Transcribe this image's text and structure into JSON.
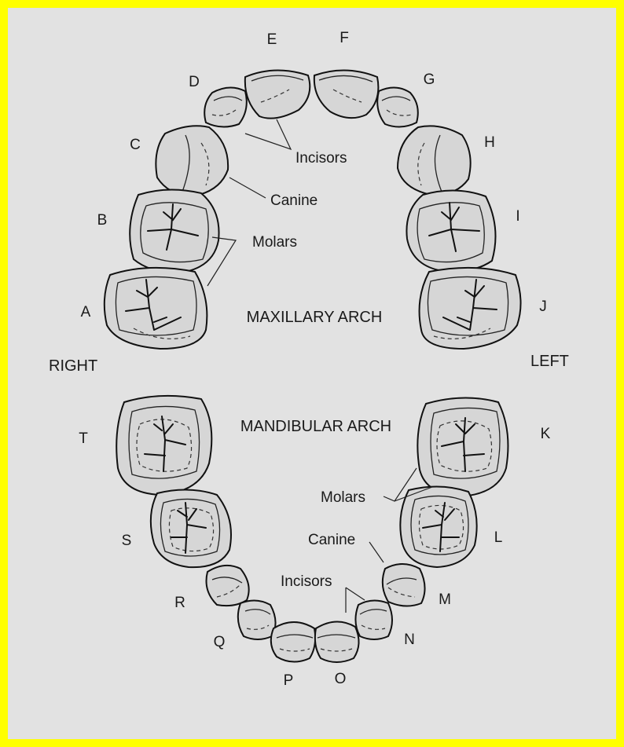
{
  "colors": {
    "border": "#ffff00",
    "background": "#e2e2e2",
    "tooth_fill": "#d6d6d6",
    "ink": "#111111"
  },
  "teeth": [
    "A",
    "B",
    "C",
    "D",
    "E",
    "F",
    "G",
    "H",
    "I",
    "J",
    "K",
    "L",
    "M",
    "N",
    "O",
    "P",
    "Q",
    "R",
    "S",
    "T"
  ],
  "labels": {
    "incisors_upper": "Incisors",
    "canine_upper": "Canine",
    "molars_upper": "Molars",
    "maxillary_arch": "MAXILLARY ARCH",
    "mandibular_arch": "MANDIBULAR ARCH",
    "molars_lower": "Molars",
    "canine_lower": "Canine",
    "incisors_lower": "Incisors",
    "right": "RIGHT",
    "left": "LEFT"
  }
}
